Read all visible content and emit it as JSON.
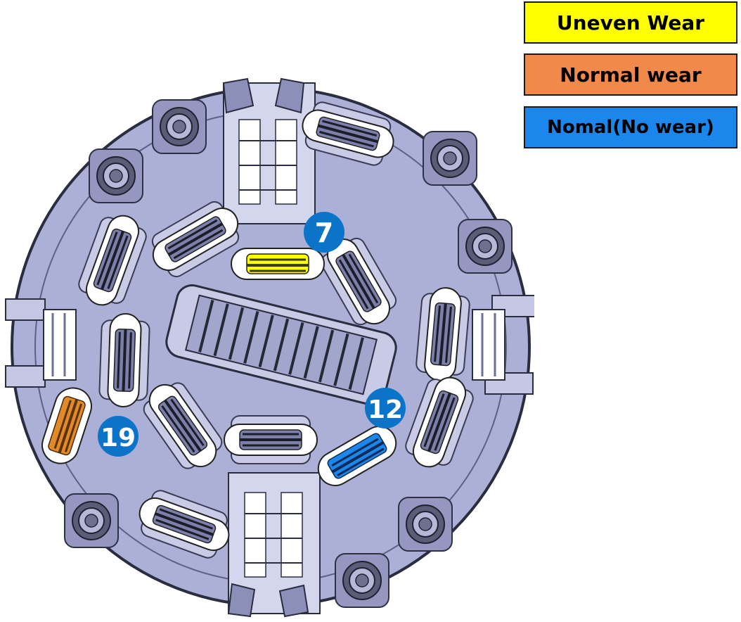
{
  "legend": [
    {
      "label": "Uneven Wear",
      "color": "#ffff00"
    },
    {
      "label": "Normal wear",
      "color": "#f0894a"
    },
    {
      "label": "Nomal(No wear)",
      "color": "#1b86eb"
    }
  ],
  "callouts": [
    {
      "number": "7",
      "status": "uneven"
    },
    {
      "number": "12",
      "status": "no-wear"
    },
    {
      "number": "19",
      "status": "normal"
    }
  ],
  "colors": {
    "body": "#acafd6",
    "body_dark": "#7f82ad",
    "cutter_white": "#ffffff",
    "cutter_dark": "#2c2e40",
    "marker": "#0b74c9"
  }
}
